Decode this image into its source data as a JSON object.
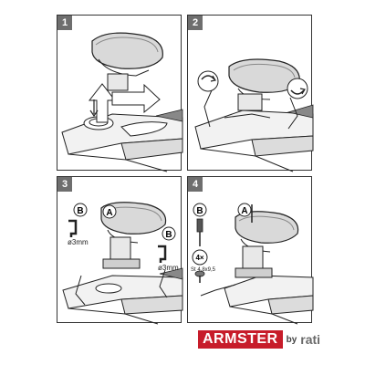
{
  "steps": [
    {
      "number": "1"
    },
    {
      "number": "2"
    },
    {
      "number": "3",
      "callouts": {
        "a": "A",
        "b_left": "B",
        "b_right": "B",
        "size_left": "ø3mm",
        "size_right": "ø3mm"
      }
    },
    {
      "number": "4",
      "callouts": {
        "a": "A",
        "b": "B",
        "multiplier": "4×",
        "screw_spec": "St 4,8x9,5"
      }
    }
  ],
  "brand": {
    "name": "ARMSTER",
    "by": "by",
    "maker": "rati"
  },
  "colors": {
    "brand_red": "#c71c2a",
    "badge_gray": "#6e6e6e"
  },
  "icons": [
    "rotate-arrow-icon",
    "rotate-arrow-icon",
    "drill-icon",
    "screwdriver-icon",
    "screw-icon"
  ]
}
